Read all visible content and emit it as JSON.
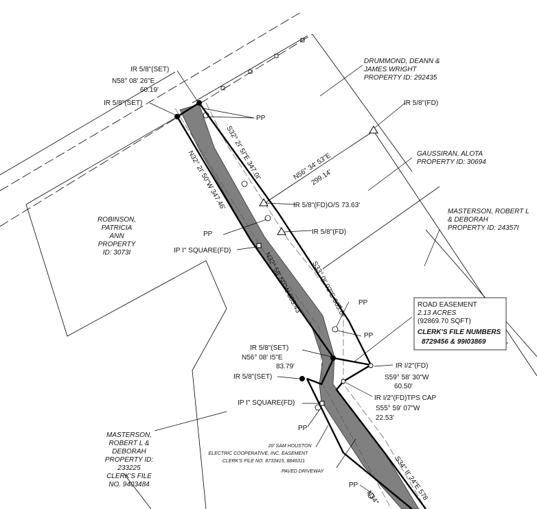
{
  "labels": {
    "drummond": [
      "DRUMMOND, DEANN &",
      "JAMES WRIGHT",
      "PROPERTY ID: 292435"
    ],
    "gaussiran": [
      "GAUSSIRAN, ALOTA",
      "PROPERTY ID: 30694"
    ],
    "masterson_e": [
      "MASTERSON, ROBERT L",
      "& DEBORAH",
      "PROPERTY ID: 24357I"
    ],
    "robinson": [
      "ROBINSON,",
      "PATRICIA",
      "ANN",
      "PROPERTY",
      "ID: 3073I"
    ],
    "masterson_sw": [
      "MASTERSON,",
      "ROBERT L &",
      "DEBORAH",
      "PROPERTY ID:",
      "233225",
      "CLERK'S FILE",
      "NO. 9403484"
    ],
    "easement_box": [
      "ROAD EASEMENT",
      "2.13 ACRES",
      "(92869.70 SQFT)",
      "CLERK'S FILE NUMBERS",
      "8729456 & 99I03869"
    ],
    "electric": [
      "20' SAM HOUSTON",
      "ELECTRIC COOPERATIVE, INC. EASEMENT",
      "CLERK'S FILE NO. 8733415, 8846311"
    ],
    "paved_driveway": "PAVED DRIVEWAY",
    "ir_set_1": "IR 5/8\"(SET)",
    "brg_top_1": "N58° 08' 26\"E",
    "brg_top_2": "60.19'",
    "ir_set_2": "IR 5/8\"(SET)",
    "pp_1": "PP",
    "ir_fd_ne": "IR 5/8\"(FD)",
    "brg_n56": "N56° 34' 53\"E",
    "dist_n56": "299.14'",
    "ir_fd_os": "IR 5/8\"(FD)O/S 73.63'",
    "ir_fd_2": "IR 5/8\"(FD)",
    "pp_2": "PP",
    "ip_square_1": "IP I\" SQUARE(FD)",
    "pp_3": "PP",
    "pp_4": "PP",
    "ir_set_3": "IR 5/8\"(SET)",
    "brg_n56b_1": "N56° 08' I5\"E",
    "brg_n56b_2": "83.79'",
    "ir_set_4": "IR 5/8\"(SET)",
    "ir_half_fd": "IR I/2\"(FD)",
    "brg_s59_1": "S59° 58' 30\"W",
    "brg_s59_2": "60.50'",
    "ir_half_tps": "IR I/2\"(FD)TPS CAP",
    "brg_s55_1": "S55° 59' 07\"W",
    "brg_s55_2": "22.53'",
    "ip_square_2": "IP I\" SQUARE(FD)",
    "pp_5": "PP",
    "pp_6": "PP",
    "brg_s32": "S32° 2I' 5I\"E 347.0I'",
    "brg_n32": "N32° 2I' 50\"W 347.46'",
    "brg_s33": "S33° 0I' 02\"E 365.6I'",
    "brg_n32b": "N32° 58' 50\"W 303.43'",
    "brg_s34": "S34° II' 24\"E 578",
    "brg_n34": "N34°"
  }
}
